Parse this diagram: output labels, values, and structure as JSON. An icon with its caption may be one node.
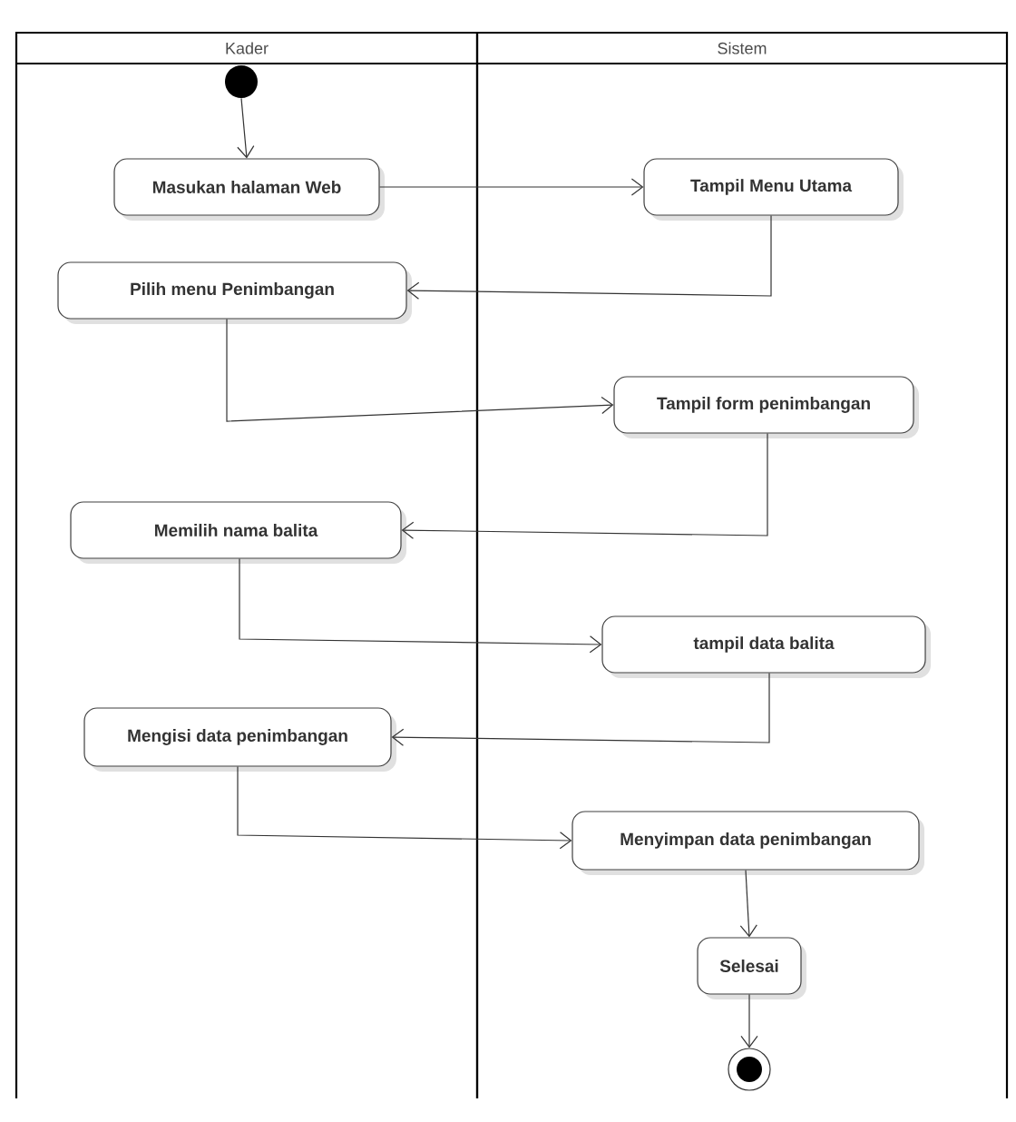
{
  "diagram": {
    "nodes": [
      {
        "text": [
          "Kader"
        ]
      },
      {
        "text": [
          "Sistem"
        ]
      },
      {
        "text": [],
        "shape": "circle",
        "in": 0
      },
      {
        "text": [
          "Masukan halaman Web"
        ],
        "in": 0
      },
      {
        "text": [
          "Tampil Menu Utama"
        ],
        "in": 1
      },
      {
        "text": [
          "Pilih menu Penimbangan"
        ],
        "in": 0
      },
      {
        "text": [
          "Tampil form penimbangan"
        ],
        "in": 1
      },
      {
        "text": [
          "Memilih nama balita"
        ],
        "in": 0
      },
      {
        "text": [
          "tampil data balita"
        ],
        "in": 1
      },
      {
        "text": [
          "Mengisi data penimbangan"
        ],
        "in": 0
      },
      {
        "text": [
          "Menyimpan data penimbangan"
        ],
        "in": 1
      },
      {
        "text": [
          "Selesai"
        ],
        "in": 1
      },
      {
        "text": [],
        "shape": "circle",
        "in": 1
      }
    ],
    "edges": [
      {
        "from": 2,
        "to": 3,
        "arrow": "to"
      },
      {
        "from": 3,
        "to": 4,
        "arrow": "to"
      },
      {
        "from": 4,
        "to": 5,
        "arrow": "to"
      },
      {
        "from": 5,
        "to": 6,
        "arrow": "to"
      },
      {
        "from": 6,
        "to": 7,
        "arrow": "to"
      },
      {
        "from": 7,
        "to": 8,
        "arrow": "to"
      },
      {
        "from": 8,
        "to": 9,
        "arrow": "to"
      },
      {
        "from": 9,
        "to": 10,
        "arrow": "to"
      },
      {
        "from": 10,
        "to": 11,
        "arrow": "to"
      },
      {
        "from": 11,
        "to": 12,
        "arrow": "to"
      }
    ]
  }
}
